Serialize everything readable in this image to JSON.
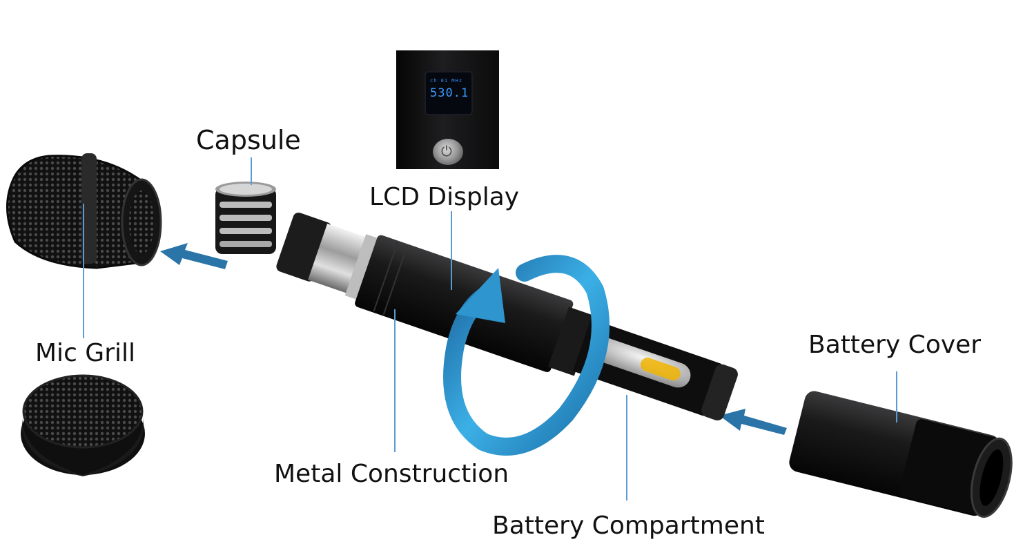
{
  "labels": {
    "capsule": "Capsule",
    "lcd_display": "LCD Display",
    "mic_grill": "Mic Grill",
    "metal_construction": "Metal Construction",
    "battery_cover": "Battery Cover",
    "battery_compartment": "Battery Compartment"
  },
  "lcd": {
    "channel_text": "ch 01 MHz",
    "frequency": "530.1"
  },
  "colors": {
    "callout_line": "#5b9bd5",
    "arrow": "#2a74a8",
    "rotation_arrow": "#2b9bd6",
    "body": "#161616",
    "lcd_text": "#3a9bff"
  },
  "icons": [
    "power-icon",
    "rotation-arrow-icon",
    "direction-arrow-icon"
  ]
}
